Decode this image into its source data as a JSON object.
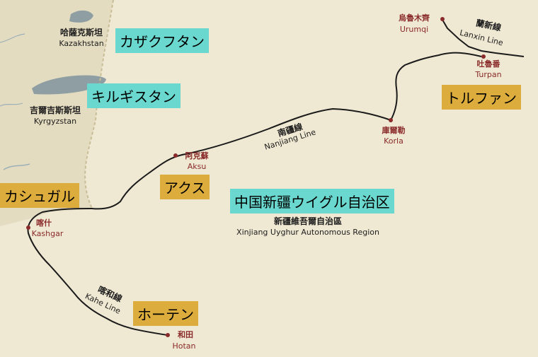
{
  "colors": {
    "land": "#efe8d2",
    "border_region": "#dcd3b6",
    "lake": "#8e9ea2",
    "river": "#9cb0b8",
    "railway": "#1a1a1a",
    "city_name": "#8a2a2a",
    "romaji_box_cyan": "#6ad8cf",
    "romaji_box_gold": "#dcac3c"
  },
  "countries": {
    "kazakhstan": {
      "cn": "哈薩克斯坦",
      "en": "Kazakhstan",
      "ja": "カザクフタン"
    },
    "kyrgyzstan": {
      "cn": "吉爾吉斯斯坦",
      "en": "Kyrgyzstan",
      "ja": "キルギスタン"
    }
  },
  "region": {
    "cn": "新疆維吾爾自治區",
    "en": "Xinjiang Uyghur Autonomous Region",
    "ja": "中国新疆ウイグル自治区"
  },
  "cities": {
    "urumqi": {
      "cn": "烏魯木齊",
      "en": "Urumqi"
    },
    "turpan": {
      "cn": "吐魯番",
      "en": "Turpan",
      "ja": "トルファン"
    },
    "korla": {
      "cn": "庫爾勒",
      "en": "Korla"
    },
    "aksu": {
      "cn": "阿克蘇",
      "en": "Aksu",
      "ja": "アクス"
    },
    "kashgar": {
      "cn": "喀什",
      "en": "Kashgar",
      "ja": "カシュガル"
    },
    "hotan": {
      "cn": "和田",
      "en": "Hotan",
      "ja": "ホーテン"
    }
  },
  "railways": {
    "lanxin": {
      "cn": "蘭新線",
      "en": "Lanxin Line"
    },
    "nanjiang": {
      "cn": "南疆線",
      "en": "Nanjiang Line"
    },
    "kahe": {
      "cn": "喀和線",
      "en": "Kahe Line"
    }
  }
}
